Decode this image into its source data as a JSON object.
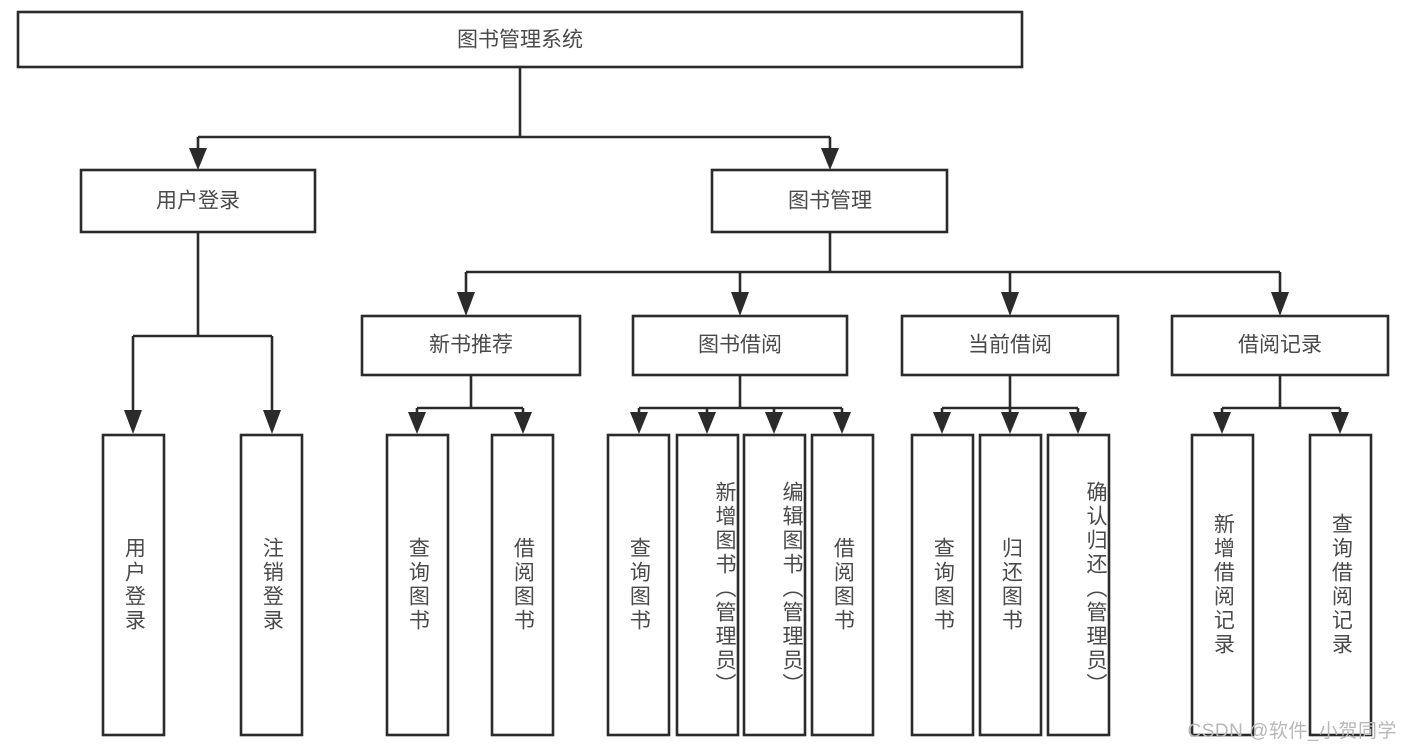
{
  "diagram": {
    "title": "图书管理系统",
    "type": "tree-hierarchy-chart",
    "root": {
      "label": "图书管理系统"
    },
    "level2": [
      {
        "label": "用户登录"
      },
      {
        "label": "图书管理"
      }
    ],
    "level3": [
      {
        "label": "新书推荐"
      },
      {
        "label": "图书借阅"
      },
      {
        "label": "当前借阅"
      },
      {
        "label": "借阅记录"
      }
    ],
    "leaves": [
      {
        "label": "用户登录",
        "parent": "用户登录"
      },
      {
        "label": "注销登录",
        "parent": "用户登录"
      },
      {
        "label": "查询图书",
        "parent": "新书推荐"
      },
      {
        "label": "借阅图书",
        "parent": "新书推荐"
      },
      {
        "label": "查询图书",
        "parent": "图书借阅"
      },
      {
        "label": "新增图书（管理员）",
        "parent": "图书借阅"
      },
      {
        "label": "编辑图书（管理员）",
        "parent": "图书借阅"
      },
      {
        "label": "借阅图书",
        "parent": "图书借阅"
      },
      {
        "label": "查询图书",
        "parent": "当前借阅"
      },
      {
        "label": "归还图书",
        "parent": "当前借阅"
      },
      {
        "label": "确认归还（管理员）",
        "parent": "当前借阅"
      },
      {
        "label": "新增借阅记录",
        "parent": "借阅记录"
      },
      {
        "label": "查询借阅记录",
        "parent": "借阅记录"
      }
    ]
  },
  "watermark": {
    "text": "CSDN @软件_小贺同学"
  },
  "colors": {
    "box_stroke": "#2b2b2b",
    "box_fill": "#ffffff",
    "text": "#4a4a4a",
    "watermark": "#b8b8b8",
    "background": "#ffffff"
  }
}
